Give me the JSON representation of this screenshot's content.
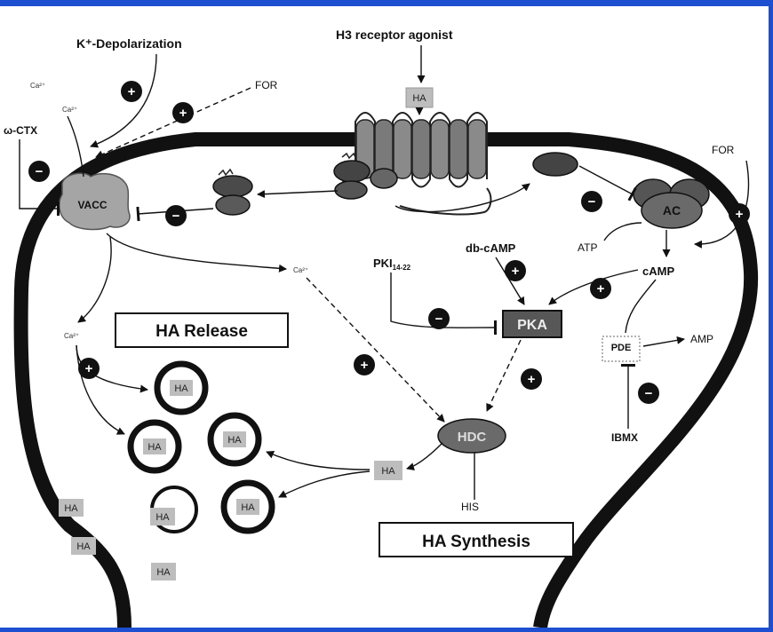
{
  "labels": {
    "k_depolarization": "K⁺-Depolarization",
    "h3_agonist": "H3 receptor agonist",
    "for_top": "FOR",
    "for_right": "FOR",
    "omega_ctx": "ω-CTX",
    "ca_top1": "Ca²⁺",
    "ca_top2": "Ca²⁺",
    "ca_mid": "Ca²⁺",
    "ca_left": "Ca²⁺",
    "vacc": "VACC",
    "ac": "AC",
    "atp": "ATP",
    "camp": "cAMP",
    "db_camp": "db-cAMP",
    "pki_main": "PKI",
    "pki_sub": "14-22",
    "pka": "PKA",
    "pde": "PDE",
    "amp": "AMP",
    "ibmx": "IBMX",
    "hdc": "HDC",
    "his": "HIS",
    "ha": "HA",
    "ha_release": "HA Release",
    "ha_synthesis": "HA Synthesis"
  },
  "signs": {
    "plus": "+",
    "minus": "−"
  },
  "colors": {
    "page_border": "#1d4fd0",
    "membrane": "#111111",
    "protein_dark": "#3c3c3c",
    "protein_mid": "#7a7a7a",
    "ha_box": "#bdbdbd"
  }
}
